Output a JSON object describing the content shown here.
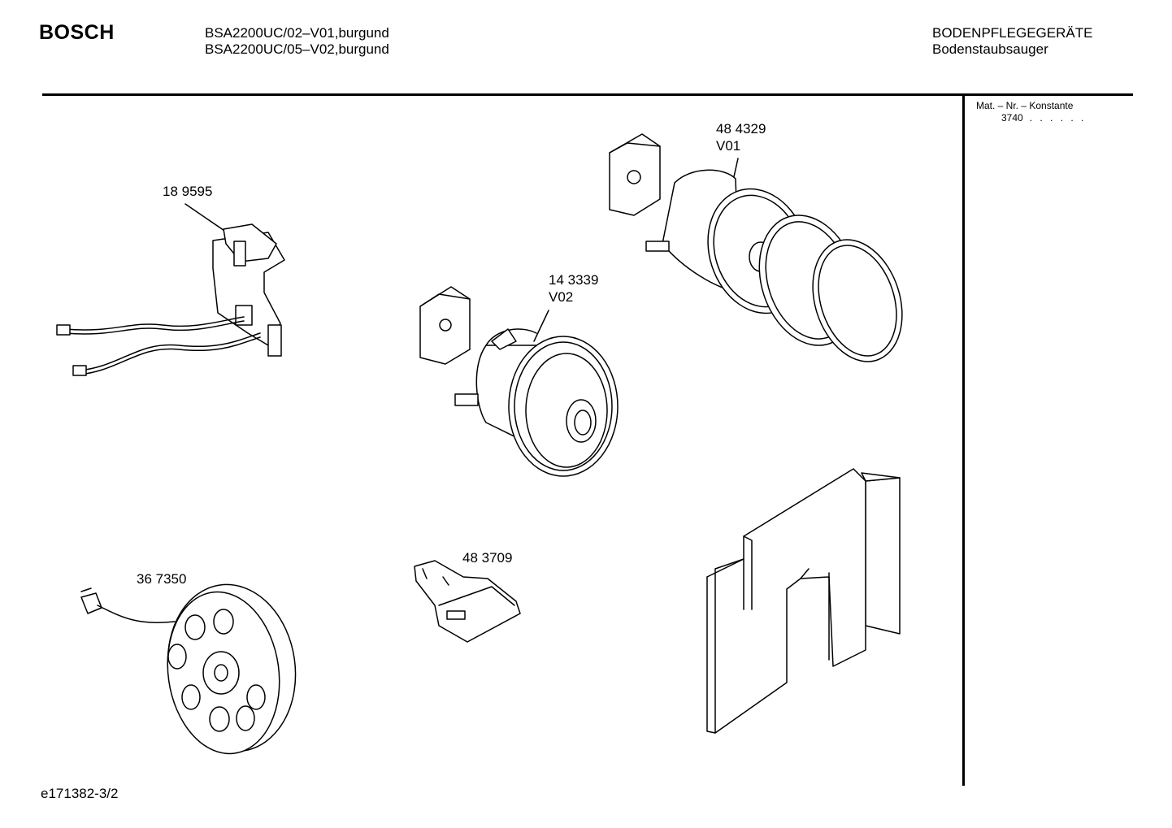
{
  "header": {
    "brand": "BOSCH",
    "models": [
      "BSA2200UC/02–V01,burgund",
      "BSA2200UC/05–V02,burgund"
    ],
    "category": "BODENPFLEGEGERÄTE",
    "subcategory": "Bodenstaubsauger"
  },
  "sidebar": {
    "mat_label": "Mat. – Nr. – Konstante",
    "mat_value": "3740",
    "mat_dots": ". .   . . . ."
  },
  "parts": [
    {
      "number": "18 9595",
      "variant": ""
    },
    {
      "number": "14 3339",
      "variant": "V02"
    },
    {
      "number": "48 4329",
      "variant": "V01"
    },
    {
      "number": "36 7350",
      "variant": ""
    },
    {
      "number": "48 3709",
      "variant": ""
    }
  ],
  "footer": {
    "doc_id": "e171382-3/2"
  }
}
